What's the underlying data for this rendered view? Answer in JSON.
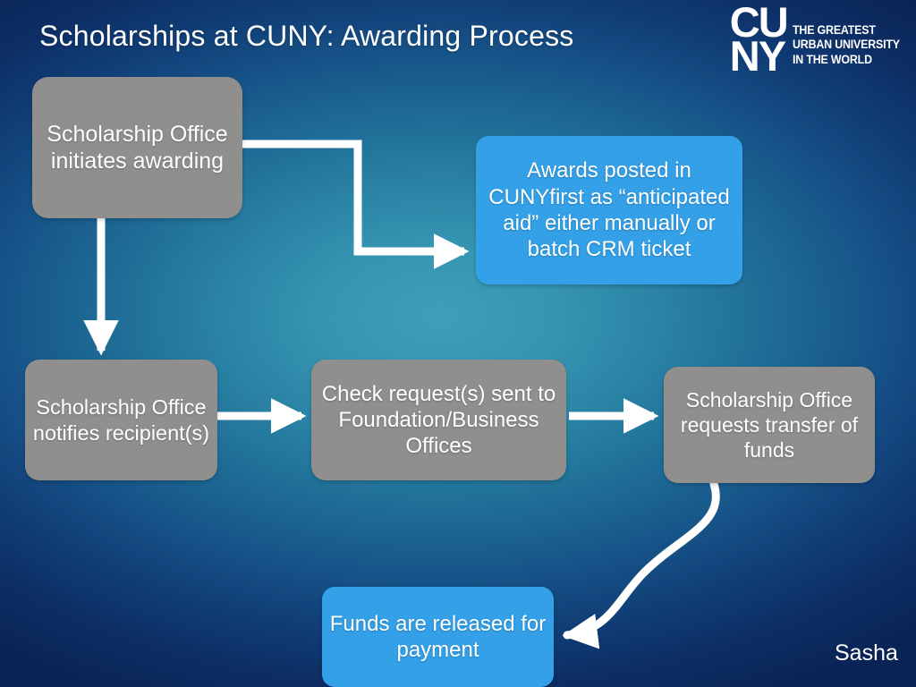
{
  "slide": {
    "title": "Scholarships at CUNY: Awarding Process",
    "signature": "Sasha",
    "background_center_color": "#3f9fb8",
    "background_edge_color": "#0a2356"
  },
  "logo": {
    "line1": "CU",
    "line2": "NY",
    "tagline_line1": "THE GREATEST",
    "tagline_line2": "URBAN UNIVERSITY",
    "tagline_line3": "IN THE WORLD"
  },
  "flow": {
    "box_gray_color": "#908f8e",
    "box_blue_color": "#34a0e8",
    "connector_color": "#ffffff",
    "marker_color": "#c8d12a",
    "nodes": [
      {
        "id": "initiates",
        "label": "Scholarship Office initiates awarding",
        "style": "gray"
      },
      {
        "id": "awards",
        "label": "Awards posted in CUNYfirst as “anticipated aid” either manually or batch CRM ticket",
        "style": "blue"
      },
      {
        "id": "notifies",
        "label": "Scholarship Office notifies recipient(s)",
        "style": "gray"
      },
      {
        "id": "check",
        "label": "Check request(s) sent to Foundation/Business Offices",
        "style": "gray"
      },
      {
        "id": "transfer",
        "label": "Scholarship Office requests transfer of funds",
        "style": "gray"
      },
      {
        "id": "funds",
        "label": "Funds are released for payment",
        "style": "blue"
      }
    ],
    "edges": [
      {
        "from": "initiates",
        "to": "awards",
        "kind": "elbow-right-down-right"
      },
      {
        "from": "initiates",
        "to": "notifies",
        "kind": "straight-down"
      },
      {
        "from": "notifies",
        "to": "check",
        "kind": "straight-right"
      },
      {
        "from": "check",
        "to": "transfer",
        "kind": "straight-right"
      },
      {
        "from": "transfer",
        "to": "funds",
        "kind": "curved-s-down-left"
      }
    ]
  }
}
